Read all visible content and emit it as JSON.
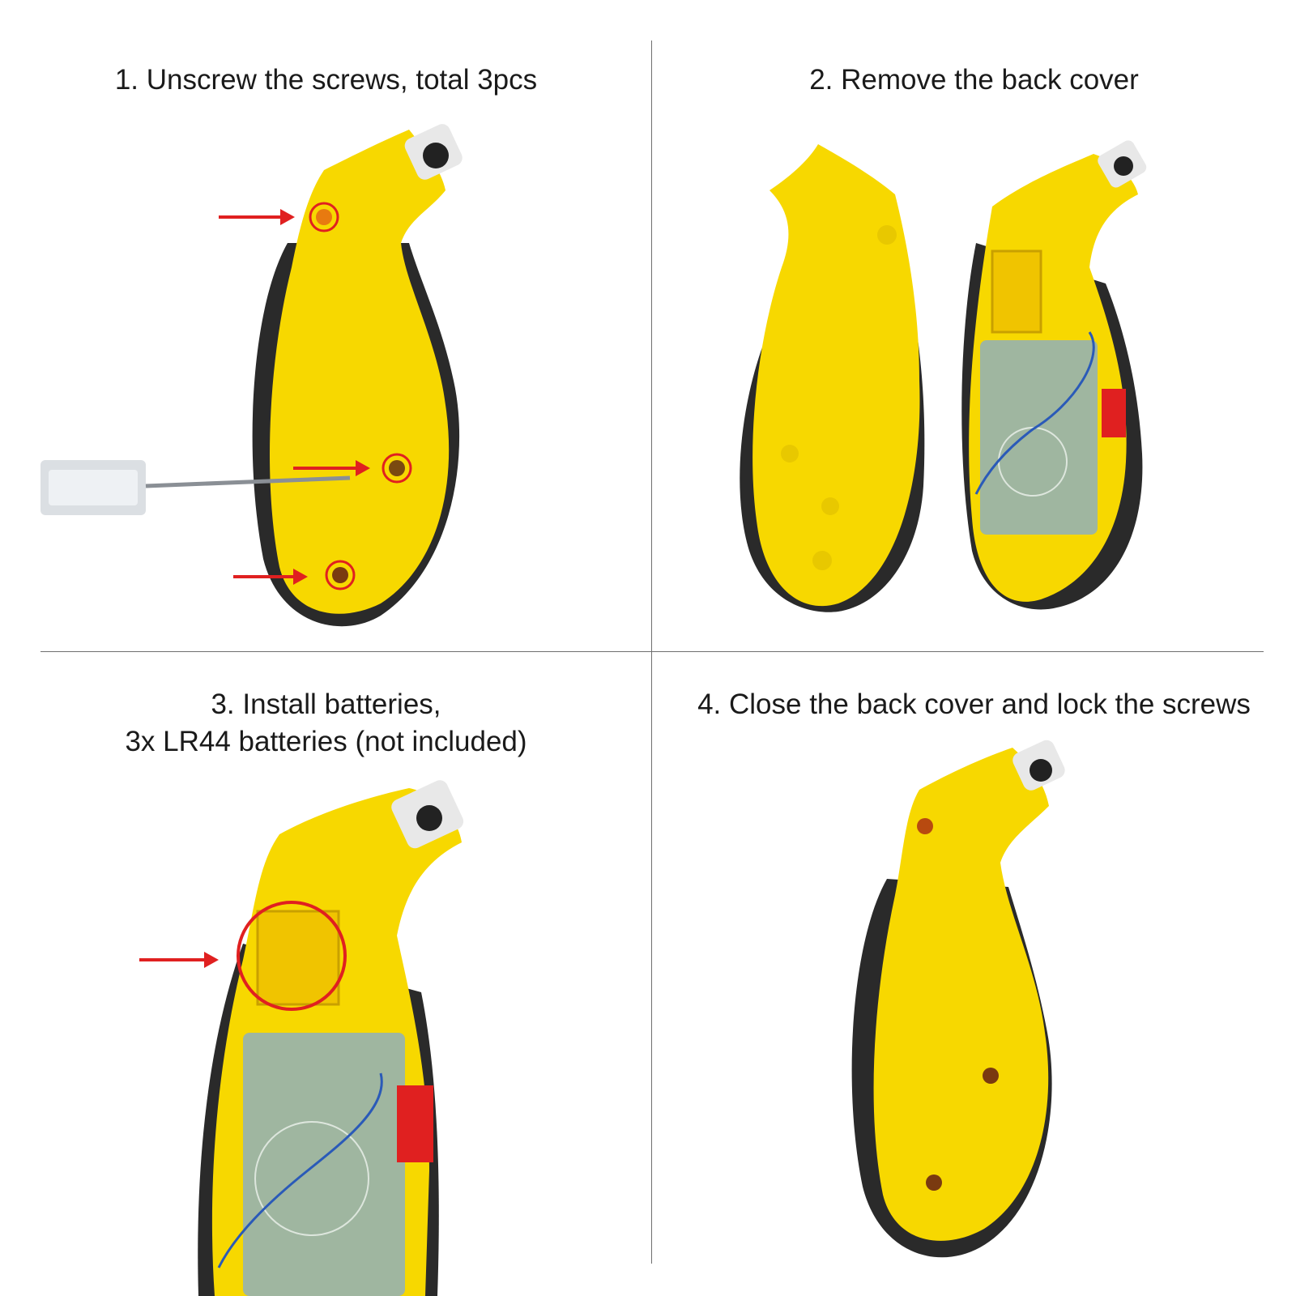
{
  "steps": [
    {
      "number": "1",
      "caption": "1. Unscrew the screws, total 3pcs"
    },
    {
      "number": "2",
      "caption": "2. Remove the back cover"
    },
    {
      "number": "3",
      "caption_lines": [
        "3. Install batteries,",
        "3x LR44 batteries (not included)"
      ]
    },
    {
      "number": "4",
      "caption": "4. Close the back cover and lock the screws"
    }
  ],
  "colors": {
    "body_yellow": "#f7d800",
    "grip_black": "#2a2a2a",
    "arrow_red": "#e02020",
    "pcb_green": "#9fb6a0",
    "divider": "#6e6e6e"
  },
  "icons": [
    "screwdriver-icon",
    "arrow-right-icon",
    "screw-hole-icon",
    "battery-holder-icon",
    "circuit-board-icon"
  ]
}
